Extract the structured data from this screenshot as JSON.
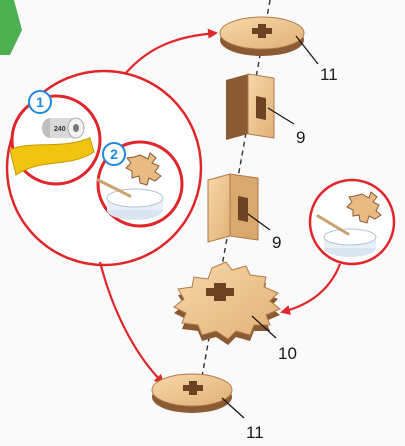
{
  "colors": {
    "background": "#fafafa",
    "accent_red": "#e0262a",
    "badge_blue": "#1e88e5",
    "wood_light": "#f0c890",
    "wood_dark": "#8a5a34",
    "sandpaper": "#f1c40f",
    "corner_green": "#4caf50"
  },
  "steps": [
    {
      "number": "1",
      "tool": "sandpaper-roll",
      "grit": "240"
    },
    {
      "number": "2",
      "tool": "glue-dish"
    }
  ],
  "parts": [
    {
      "id": "top-ring",
      "label": "11"
    },
    {
      "id": "upper-h-block",
      "label": "9"
    },
    {
      "id": "lower-h-block",
      "label": "9"
    },
    {
      "id": "gear",
      "label": "10"
    },
    {
      "id": "bottom-ring",
      "label": "11"
    }
  ],
  "icons": [
    "sandpaper-icon",
    "glue-dish-icon",
    "arrow-icon"
  ]
}
